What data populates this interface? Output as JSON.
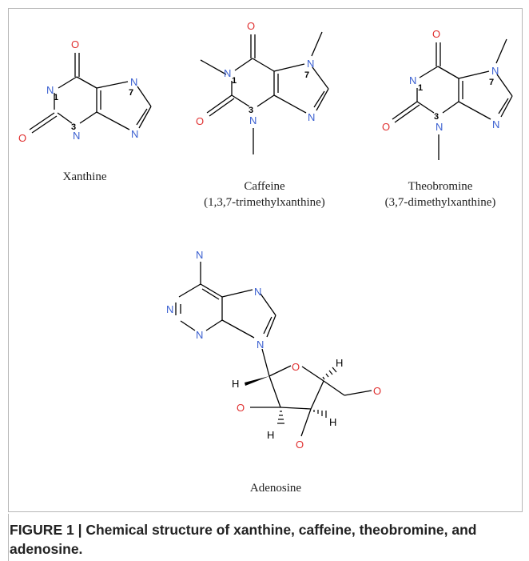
{
  "figure": {
    "caption": "FIGURE 1 | Chemical structure of xanthine, caffeine, theobromine, and adenosine."
  },
  "structures": [
    {
      "id": "xanthine",
      "name": "Xanthine",
      "subtitle": ""
    },
    {
      "id": "caffeine",
      "name": "Caffeine",
      "subtitle": "(1,3,7-trimethylxanthine)"
    },
    {
      "id": "theobromine",
      "name": "Theobromine",
      "subtitle": "(3,7-dimethylxanthine)"
    },
    {
      "id": "adenosine",
      "name": "Adenosine",
      "subtitle": ""
    }
  ],
  "atoms": {
    "oxygen": "O",
    "nitrogen": "N",
    "hydrogen": "H",
    "position_1": "1",
    "position_3": "3",
    "position_7": "7"
  },
  "colors": {
    "oxygen": "#e03030",
    "nitrogen": "#3a5fd0",
    "bond": "#000000",
    "number": "#000000",
    "border": "#b7b7b7"
  }
}
